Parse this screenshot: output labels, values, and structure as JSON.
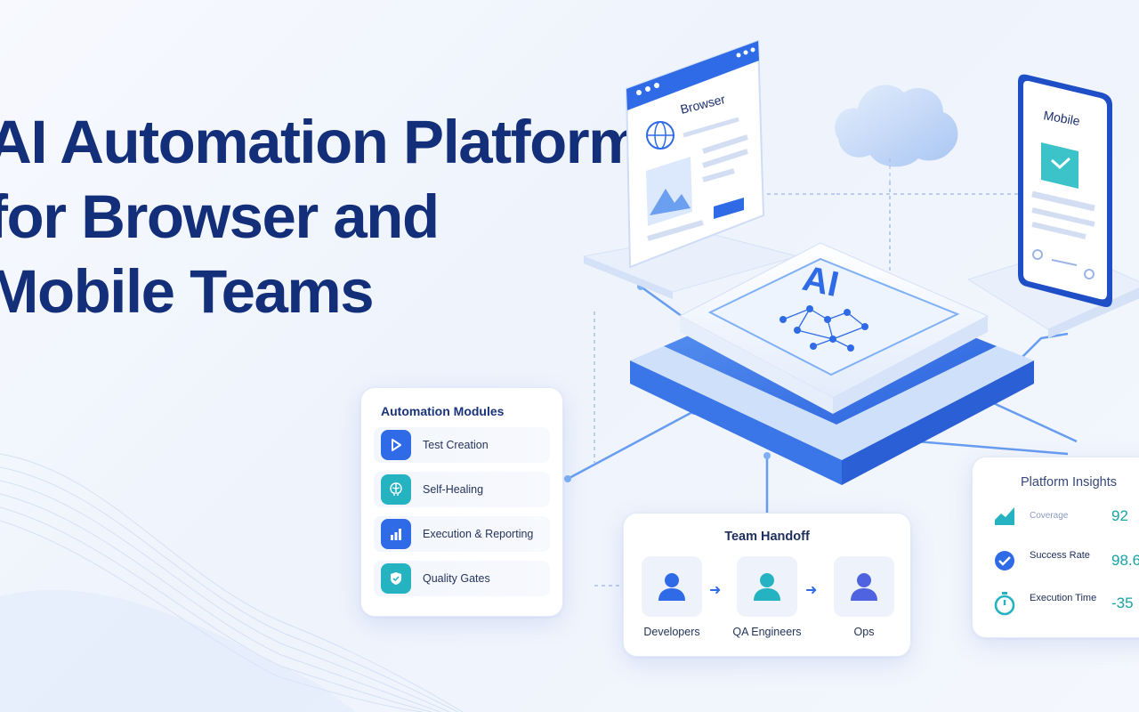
{
  "headline": {
    "line1": "AI Automation Platform",
    "line2": "for Browser and",
    "line3": "Mobile Teams"
  },
  "illustration": {
    "browser_label": "Browser",
    "mobile_label": "Mobile",
    "platform_label": "AI"
  },
  "modules": {
    "title": "Automation Modules",
    "items": [
      {
        "label": "Test Creation",
        "icon": "play-icon",
        "color": "#2f6be6"
      },
      {
        "label": "Self-Healing",
        "icon": "brain-icon",
        "color": "#25b3c2"
      },
      {
        "label": "Execution & Reporting",
        "icon": "bar-chart-icon",
        "color": "#2f6be6"
      },
      {
        "label": "Quality Gates",
        "icon": "shield-check-icon",
        "color": "#25b3c2"
      }
    ]
  },
  "handoff": {
    "title": "Team Handoff",
    "roles": [
      {
        "label": "Developers",
        "icon": "person-icon",
        "color": "#2f6be6"
      },
      {
        "label": "QA Engineers",
        "icon": "person-icon",
        "color": "#25b3c2"
      },
      {
        "label": "Ops",
        "icon": "person-icon",
        "color": "#4f63e0"
      }
    ]
  },
  "insights": {
    "title": "Platform Insights",
    "rows": [
      {
        "label": "Coverage",
        "value": "92",
        "icon": "area-chart-icon"
      },
      {
        "label": "Success Rate",
        "value": "98.6",
        "icon": "check-circle-icon"
      },
      {
        "label": "Execution Time",
        "value": "-35",
        "icon": "stopwatch-icon"
      }
    ]
  },
  "colors": {
    "primary": "#2f6be6",
    "teal": "#25b3c2",
    "navy": "#142f7a"
  }
}
